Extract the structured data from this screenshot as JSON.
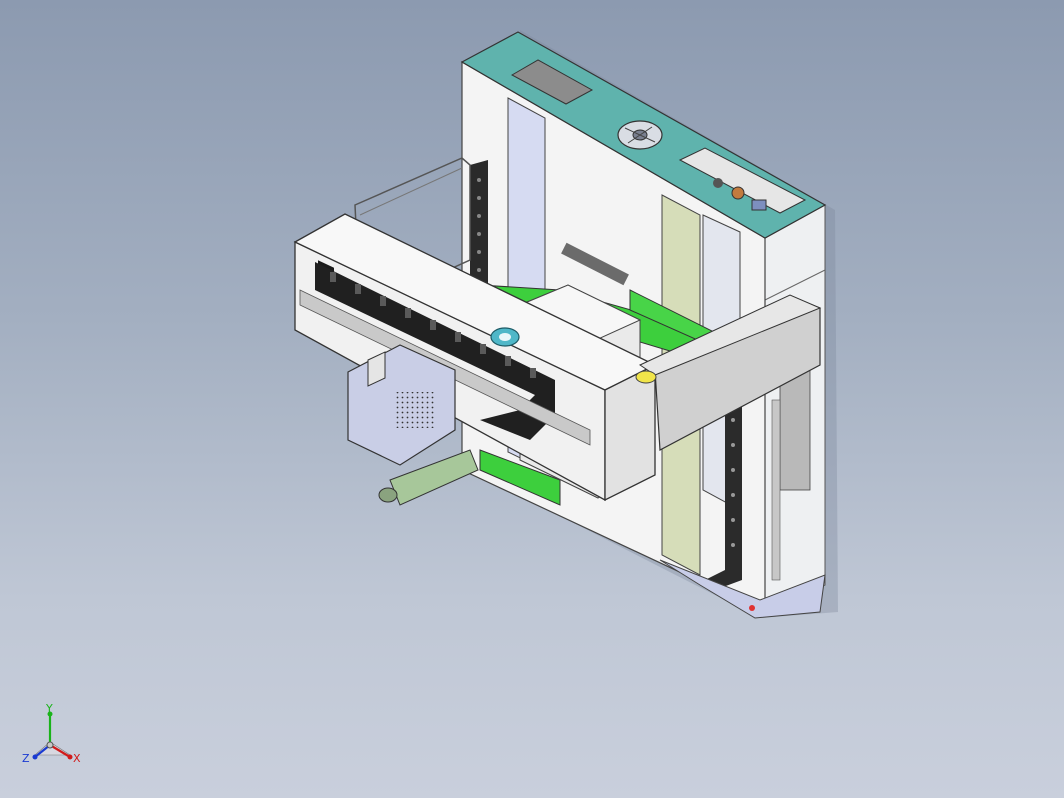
{
  "viewport": {
    "background_top": "#8c9ab0",
    "background_bottom": "#c9cfdc"
  },
  "model": {
    "icon": "cad-assembly-machine",
    "colors": {
      "top_panel": "#5fb3ad",
      "frame": "#f2f2f2",
      "side_panel": "#d8dcef",
      "rail": "#cdd7b4",
      "green_plate": "#3dcf3d",
      "cable_chain": "#1a1a1a",
      "motor": "#c5cbe3",
      "mesh": "#9a9a9a"
    }
  },
  "triad": {
    "x_label": "X",
    "y_label": "Y",
    "z_label": "Z",
    "x_color": "#d11a1a",
    "y_color": "#1ab31a",
    "z_color": "#1a3ad1"
  }
}
